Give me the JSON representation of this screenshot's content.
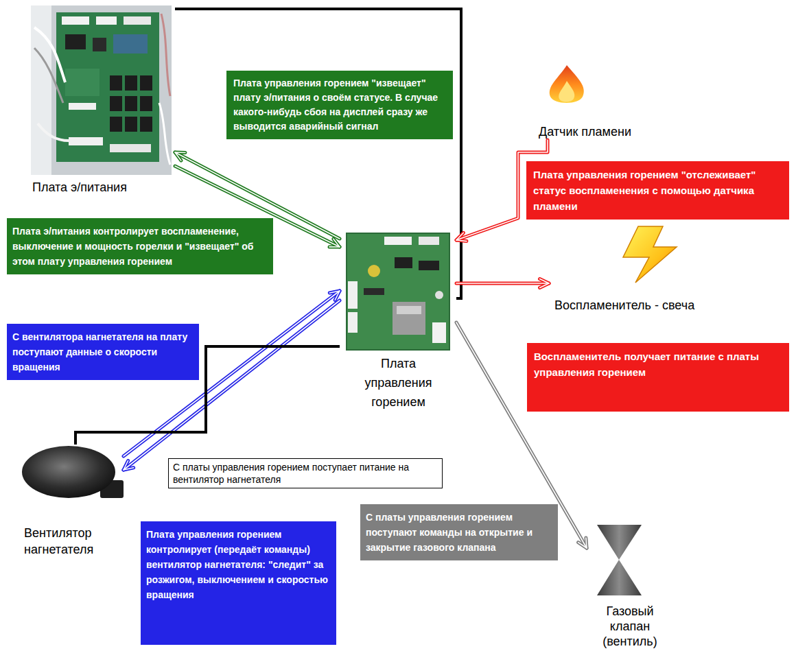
{
  "diagram": {
    "nodes": [
      {
        "text": [
          "Плата э/питания"
        ]
      },
      {
        "text": [
          "Плата управления горением \"извещает\" плату э/питания о своём статусе. В случае какого-нибудь сбоя на дисплей сразу же выводится аварийный сигнал"
        ]
      },
      {
        "text": [
          "Датчик пламени"
        ]
      },
      {
        "text": [
          "Плата управления горением \"отслеживает\" статус воспламенения с помощью датчика пламени"
        ]
      },
      {
        "text": [
          "Плата э/питания контролирует воспламенение, выключение и мощность горелки и \"извещает\" об этом плату управления горением"
        ]
      },
      {
        "text": [
          "Плата управления горением"
        ]
      },
      {
        "text": [
          "Воспламенитель - свеча"
        ]
      },
      {
        "text": [
          "С вентилятора нагнетателя на плату поступают данные о скорости вращения"
        ]
      },
      {
        "text": [
          "Воспламенитель получает питание с платы управления горением"
        ]
      },
      {
        "text": [
          "С платы управления горением поступает питание на вентилятор нагнетателя"
        ]
      },
      {
        "text": [
          "Вентилятор нагнетателя"
        ]
      },
      {
        "text": [
          "С платы управления горением поступают команды на открытие и закрытие газового клапана"
        ]
      },
      {
        "text": [
          "Газовый клапан (вентиль)"
        ]
      },
      {
        "text": [
          "Плата управления горением контролирует (передаёт команды) вентилятор нагнетателя: \"следит\" за розжигом, выключением и скоростью вращения"
        ]
      }
    ],
    "edges": [
      {
        "from": 5,
        "to": 0,
        "arrow": "to"
      },
      {
        "from": 0,
        "to": 5,
        "arrow": "to"
      },
      {
        "from": 0,
        "to": 5,
        "arrow": "none"
      },
      {
        "from": 2,
        "to": 5,
        "arrow": "to"
      },
      {
        "from": 5,
        "to": 6,
        "arrow": "to"
      },
      {
        "from": 10,
        "to": 5,
        "arrow": "to"
      },
      {
        "from": 5,
        "to": 10,
        "arrow": "to"
      },
      {
        "from": 5,
        "to": 10,
        "arrow": "none"
      },
      {
        "from": 5,
        "to": 12,
        "arrow": "to"
      }
    ]
  }
}
